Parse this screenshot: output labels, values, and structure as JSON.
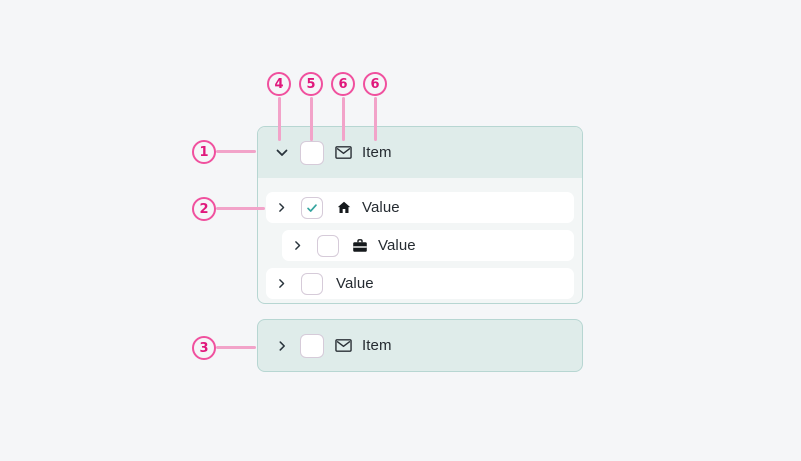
{
  "markers": {
    "top": [
      {
        "num": "4",
        "target": "expand-chevron"
      },
      {
        "num": "5",
        "target": "checkbox"
      },
      {
        "num": "6",
        "target": "item-icon"
      },
      {
        "num": "6",
        "target": "item-label"
      }
    ],
    "left": [
      {
        "num": "1",
        "target": "group-header-row"
      },
      {
        "num": "2",
        "target": "child-row"
      },
      {
        "num": "3",
        "target": "collapsed-item-row"
      }
    ]
  },
  "tree": {
    "group_expanded": {
      "header": {
        "label": "Item",
        "icon": "envelope",
        "state": "expanded",
        "checkbox": "unchecked"
      },
      "rows": [
        {
          "label": "Value",
          "icon": "home",
          "checkbox": "checked",
          "level": 1
        },
        {
          "label": "Value",
          "icon": "briefcase",
          "checkbox": "unchecked",
          "level": 2
        },
        {
          "label": "Value",
          "icon": "none",
          "checkbox": "unchecked",
          "level": 1
        }
      ]
    },
    "group_collapsed": {
      "header": {
        "label": "Item",
        "icon": "envelope",
        "state": "collapsed",
        "checkbox": "unchecked"
      }
    }
  },
  "colors": {
    "page_bg": "#f5f6f8",
    "teal_row_bg": "#dfecea",
    "card_border": "#b7d6d2",
    "children_bg": "#f3f6f6",
    "annotation_pink": "#e0187c",
    "annotation_circle_border": "#f0509e",
    "annotation_line": "#f2a3c9",
    "check_teal": "#35a49f",
    "text": "#252b31"
  }
}
